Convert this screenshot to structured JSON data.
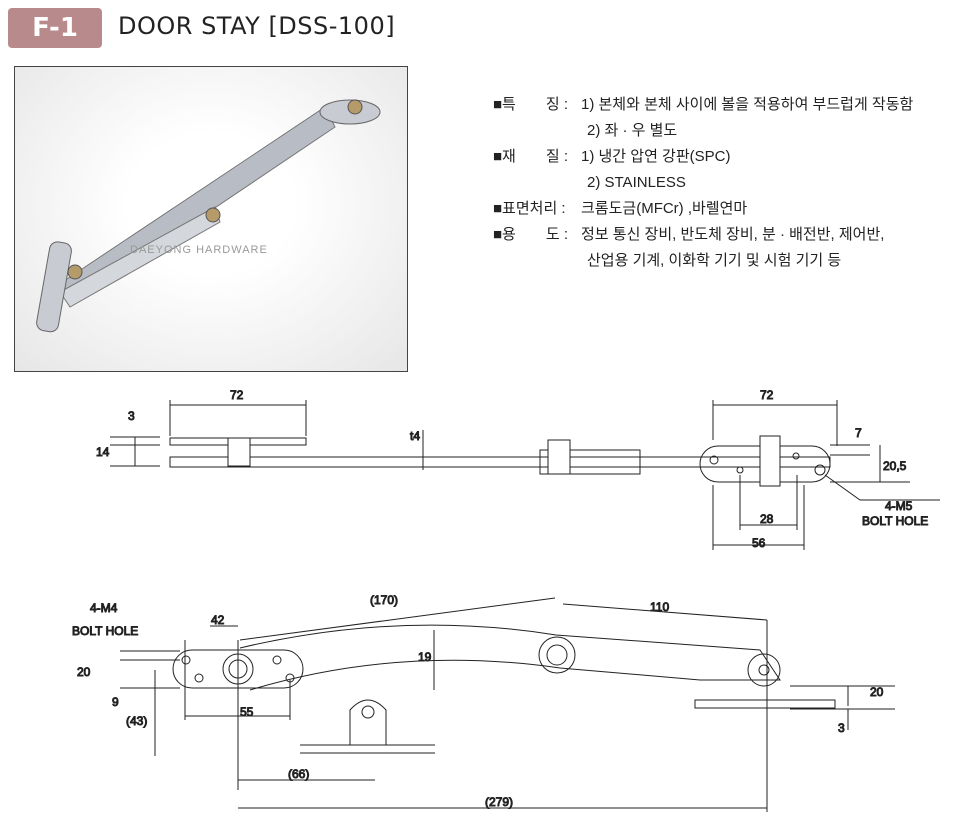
{
  "header": {
    "code": "F-1",
    "title": "DOOR STAY [DSS-100]"
  },
  "photo": {
    "watermark": "DAEYONG HARDWARE"
  },
  "specs": [
    {
      "label": "■특　　징 :",
      "lines": [
        "1) 본체와 본체 사이에 볼을 적용하여 부드럽게 작동함",
        "2) 좌 · 우 별도"
      ]
    },
    {
      "label": "■재　　질 :",
      "lines": [
        "1) 냉간 압연 강판(SPC)",
        "2) STAINLESS"
      ]
    },
    {
      "label": "■표면처리 :",
      "lines": [
        "크롬도금(MFCr) ,바렐연마"
      ]
    },
    {
      "label": "■용　　도 :",
      "lines": [
        "정보 통신 장비, 반도체 장비, 분 · 배전반, 제어반,",
        "산업용 기계, 이화학 기기 및 시험 기기 등"
      ]
    }
  ],
  "top_view": {
    "d72a": "72",
    "d3": "3",
    "d14": "14",
    "t4": "t4",
    "d72b": "72",
    "d7": "7",
    "d20_5": "20,5",
    "m5": "4-M5",
    "bolt": "BOLT HOLE",
    "d28": "28",
    "d56": "56"
  },
  "bottom_view": {
    "m4": "4-M4",
    "bolt": "BOLT HOLE",
    "d42": "42",
    "d170": "(170)",
    "d110": "110",
    "d20": "20",
    "d19": "19",
    "d9": "9",
    "d43": "(43)",
    "d55": "55",
    "d66": "(66)",
    "d279": "(279)",
    "d20r": "20",
    "d3r": "3"
  }
}
